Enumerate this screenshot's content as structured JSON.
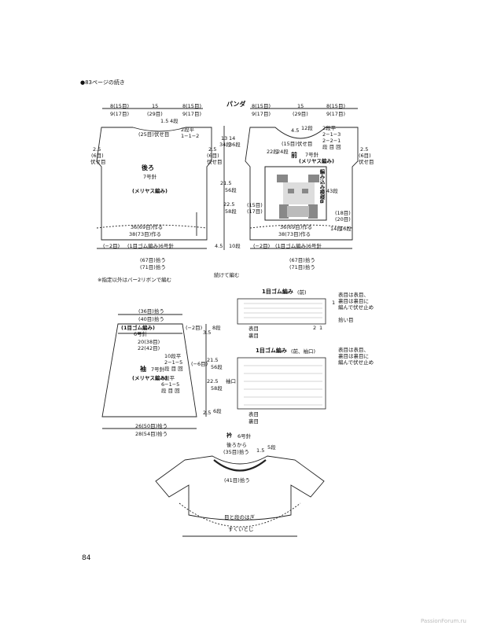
{
  "header": {
    "continued": "●83ページの続き",
    "title": "パンダ"
  },
  "back": {
    "top_left": "8(15目)",
    "top_left_dec": "9(17目)",
    "top_mid": "15",
    "top_mid_st": "(29目)",
    "top_right": "8(15目)",
    "top_right_dec": "9(17目)",
    "neck_dec1": "1.5",
    "neck_dec2": "4段",
    "neck_bind": "(25目)伏せ目",
    "neck_flat": "2段平",
    "neck_rule": "1−1−2",
    "arm_left": "2.5",
    "arm_left2": "(6目)",
    "arm_left3": "伏せ目",
    "arm_right": "2.5",
    "arm_right2": "(6目)",
    "arm_right3": "伏せ目",
    "name": "後ろ",
    "needle": "7号針",
    "pattern": "(メリヤス編み)",
    "cast": "36(69目)作る",
    "cast2": "38(73目)作る",
    "rib": "(1目ゴム編み)6号針",
    "rib_left": "(−2目)",
    "pick": "(67目)拾う",
    "pick2": "(71目)拾う"
  },
  "vert": {
    "a": "13",
    "a2": "34段",
    "b": "14",
    "b2": "36段",
    "c": "21.5",
    "c2": "56段",
    "d": "22.5",
    "d2": "58段",
    "e": "4.5",
    "e2": "10段",
    "join": "続けて編む"
  },
  "front": {
    "top_left": "8(15目)",
    "top_left_dec": "9(17目)",
    "top_mid": "15",
    "top_mid_st": "(29目)",
    "top_right": "8(15目)",
    "top_right_dec": "9(17目)",
    "neck_h": "4.5",
    "neck_rows": "12段",
    "neck_bind": "(15目)伏せ目",
    "neck_flat": "2段平",
    "neck_r1": "2−1−3",
    "neck_r2": "2−2−1",
    "neck_r3": "段 目 回",
    "name": "前",
    "needle": "7号針",
    "pattern": "(メリヤス編み)",
    "motif": "編み込み模様B",
    "left_rows": "22段",
    "left_rows2": "24段",
    "rows43": "43段",
    "left_st": "(15目)",
    "left_st2": "(17目)",
    "right_st": "(18目)",
    "right_st2": "(20目)",
    "right_rows": "14段",
    "right_rows2": "16段",
    "arm_right": "2.5",
    "arm_right2": "(6目)",
    "arm_right3": "伏せ目",
    "cast": "36(69目)作る",
    "cast2": "38(73目)作る",
    "rib": "(1目ゴム編み)6号針",
    "rib_left": "(−2目)",
    "pick": "(67目)拾う",
    "pick2": "(71目)拾う"
  },
  "note": "※指定以外はバー2リボンで編む",
  "sleeve": {
    "top": "(36目)拾う",
    "top2": "(40目)拾う",
    "rib": "(1目ゴム編み)",
    "rib_needle": "6号針",
    "rib_right": "(−2目)",
    "rib_h": "3.5",
    "rib_rows": "8段",
    "w1": "20(38目)",
    "w2": "22(42目)",
    "rows_a": "10段平",
    "rows_b": "2−1−5",
    "rows_c": "段 目 回",
    "minus6": "(−6目)",
    "name": "袖",
    "needle": "7号針",
    "pattern": "(メリヤス編み)",
    "flat8": "8段平",
    "r1": "6−1−5",
    "r2": "段 目 回",
    "h1": "21.5",
    "h1b": "56段",
    "h2": "22.5",
    "h2b": "58段",
    "h3": "2.5",
    "h3b": "6段",
    "bottom": "26(50目)拾う",
    "bottom2": "28(54目)拾う"
  },
  "rib_back": {
    "title": "1目ゴム編み",
    "sub": "(前)",
    "bind": "表目は表目、",
    "bind2": "裏目は裏目に",
    "bind3": "編んで伏せ止め",
    "pick": "拾い目",
    "k": "表目",
    "p": "裏目",
    "n1": "1",
    "n2": "2",
    "n3": "1"
  },
  "rib_sleeve": {
    "title": "1目ゴム編み",
    "sub": "(前、袖口)",
    "bind": "表目は表目、",
    "bind2": "裏目は裏目に",
    "bind3": "編んで伏せ止め",
    "cuff": "袖口",
    "k": "表目",
    "p": "裏目"
  },
  "collar": {
    "title": "衿",
    "needle": "6号針",
    "from": "後ろから",
    "from2": "(35目)拾う",
    "h": "1.5",
    "rows": "5段",
    "pick": "(41目)拾う",
    "join": "目と段のはぎ",
    "seam": "すくいとじ"
  },
  "page": {
    "num": "84"
  },
  "watermark": "PassionForum.ru"
}
